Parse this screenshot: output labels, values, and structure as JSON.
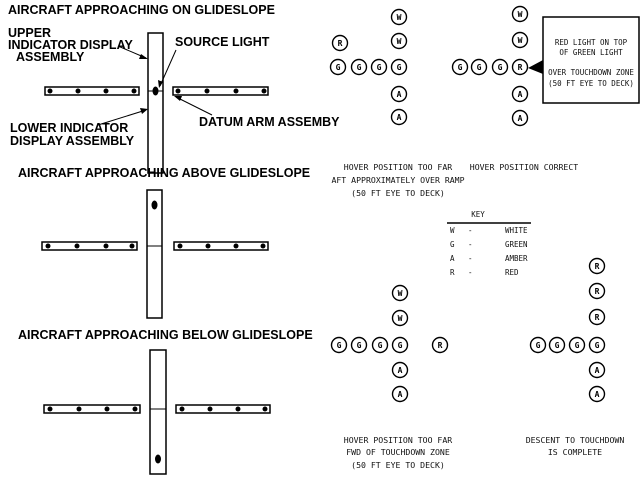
{
  "glide": {
    "on_title": "AIRCRAFT APPROACHING ON GLIDESLOPE",
    "upper_label_1": "UPPER",
    "upper_label_2": "INDICATOR DISPLAY",
    "upper_label_3": "ASSEMBLY",
    "source_light_label": "SOURCE LIGHT",
    "lower_label_1": "LOWER INDICATOR",
    "lower_label_2": "DISPLAY ASSEMBLY",
    "datum_label": "DATUM ARM ASSEMBY",
    "above_title": "AIRCRAFT APPROACHING ABOVE GLIDESLOPE",
    "below_title": "AIRCRAFT APPROACHING BELOW  GLIDESLOPE"
  },
  "hover": {
    "aft_caption": [
      "HOVER POSITION TOO FAR",
      "AFT APPROXIMATELY OVER RAMP",
      "(50 FT EYE TO DECK)"
    ],
    "correct_caption": [
      "HOVER POSITION CORRECT"
    ],
    "fwd_caption": [
      "HOVER POSITION TOO FAR",
      "FWD OF TOUCHDOWN ZONE",
      "(50 FT EYE TO DECK)"
    ],
    "complete_caption": [
      "DESCENT TO TOUCHDOWN",
      "IS COMPLETE"
    ],
    "callout": [
      "RED LIGHT ON TOP",
      "OF GREEN LIGHT",
      "OVER TOUCHDOWN ZONE",
      "(50 FT EYE TO DECK)"
    ],
    "light_letters": {
      "white": "W",
      "green": "G",
      "amber": "A",
      "red": "R"
    }
  },
  "key": {
    "title": "KEY",
    "dash": "-",
    "entries": [
      {
        "code": "W",
        "name": "WHITE"
      },
      {
        "code": "G",
        "name": "GREEN"
      },
      {
        "code": "A",
        "name": "AMBER"
      },
      {
        "code": "R",
        "name": "RED"
      }
    ]
  }
}
